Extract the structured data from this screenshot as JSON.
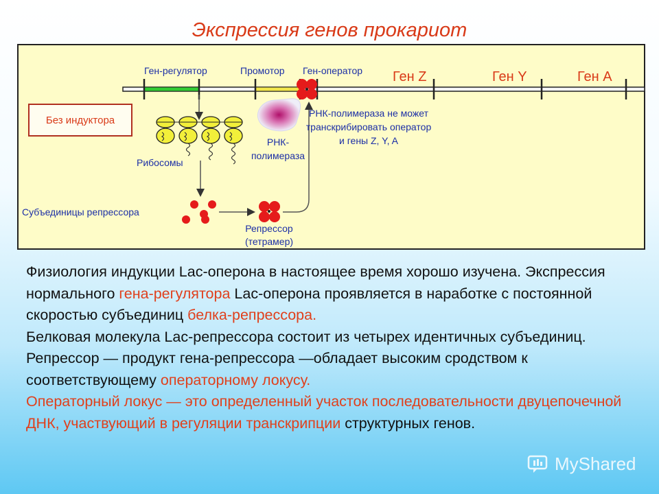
{
  "slide": {
    "title": "Экспрессия генов прокариот"
  },
  "diagram": {
    "labels": {
      "gene_regulator": "Ген-регулятор",
      "promoter": "Промотор",
      "gene_operator": "Ген-оператор",
      "gene_z": "Ген Z",
      "gene_y": "Ген Y",
      "gene_a": "Ген А",
      "no_inducer": "Без индуктора",
      "ribosomes": "Рибосомы",
      "rna_pol_line1": "РНК-",
      "rna_pol_line2": "полимераза",
      "cannot_line1": "РНК-полимераза не может",
      "cannot_line2": "транскрибировать оператор",
      "cannot_line3": "и гены Z, Y, A",
      "repressor_subunits": "Субъединицы репрессора",
      "repressor_line1": "Репрессор",
      "repressor_line2": "(тетрамер)"
    },
    "colors": {
      "background": "#fefcc8",
      "dna_line": "#222222",
      "regulator_region": "#33cc33",
      "promoter_region": "#f2e64a",
      "repressor": "#e51b1b",
      "ribosome": "#f2ef3a",
      "label_blue": "#1c2fa6",
      "gene_label_red": "#d93a18",
      "inducer_box_text": "#d93a18"
    }
  },
  "text": {
    "p1_a": "Физиология индукции Lac-оперона в настоящее время хорошо изучена. Экспрессия нормального ",
    "p1_red1": "гена-регулятора",
    "p1_b": " Lac-оперона проявляется в наработке с постоянной скоростью субъединиц ",
    "p1_red2": "белка-репрессора.",
    "p2_a": "Белковая молекула Lac-репрессора состоит из четырех идентичных субъединиц. Репрессор — продукт гена-репрессора —обладает высоким сродством к соответствующему ",
    "p2_red": "операторному локусу.",
    "p3_red": "Операторный локус — это определенный участок последовательности двуцепочечной ДНК, участвующий в регуляции транскрипции",
    "p3_b": " структурных генов."
  },
  "watermark": {
    "text": "MyShared",
    "icon": "myshared-logo-icon"
  }
}
